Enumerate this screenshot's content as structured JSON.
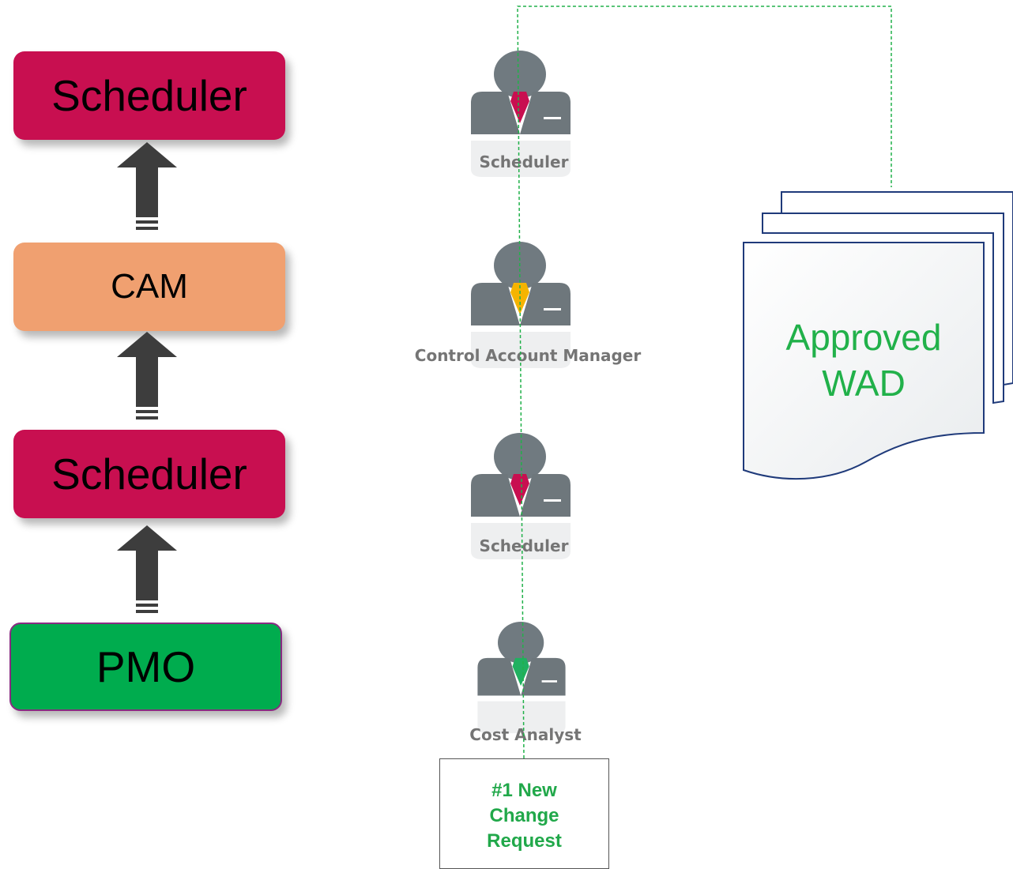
{
  "hierarchy": {
    "boxes": [
      {
        "label": "Scheduler",
        "color": "#c80f50"
      },
      {
        "label": "CAM",
        "color": "#f0a070"
      },
      {
        "label": "Scheduler",
        "color": "#c80f50"
      },
      {
        "label": "PMO",
        "color": "#00ac4e"
      }
    ],
    "arrow_color": "#3d3d3d"
  },
  "roles": [
    {
      "label": "Scheduler",
      "tie_color": "#c80f50",
      "icon": "person-icon"
    },
    {
      "label": "Control Account Manager",
      "tie_color": "#f5b400",
      "icon": "person-icon"
    },
    {
      "label": "Scheduler",
      "tie_color": "#c80f50",
      "icon": "person-icon"
    },
    {
      "label": "Cost Analyst",
      "tie_color": "#20b060",
      "icon": "person-icon"
    }
  ],
  "change_request": {
    "label": "#1 New\nChange\nRequest",
    "color": "#21a84a"
  },
  "document": {
    "label": "Approved\nWAD",
    "color": "#21b14a",
    "icon": "document-stack-icon"
  },
  "flow_line_color": "#21b14a"
}
